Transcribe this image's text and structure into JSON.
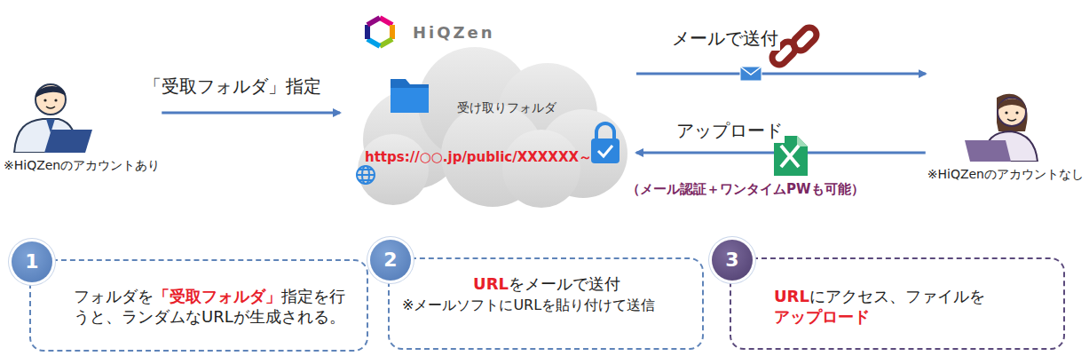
{
  "diagram": {
    "nodes": [
      {
        "text": [
          "※HiQZenのアカウントあり"
        ]
      },
      {
        "text": [
          "受け取りフォルダ",
          "https://○○.jp/public/XXXXXX～"
        ]
      },
      {
        "text": [
          "※HiQZenのアカウントなし"
        ]
      },
      {
        "text": [
          "1",
          "フォルダを",
          "「受取フォルダ」",
          "指定を行うと、ランダムなURLが生成される。"
        ]
      },
      {
        "text": [
          "2",
          "URL",
          "をメールで送付",
          "※メールソフトにURLを貼り付けて送信"
        ]
      },
      {
        "text": [
          "3",
          "URL",
          "にアクセス、ファイルを",
          "アップロード"
        ]
      }
    ],
    "edges": [
      {
        "from": 0,
        "to": 1,
        "arrow": "to",
        "label": "「受取フォルダ」指定"
      },
      {
        "from": 1,
        "to": 2,
        "arrow": "to",
        "label": "メールで送付"
      },
      {
        "from": 2,
        "to": 1,
        "arrow": "to",
        "label": "アップロード"
      }
    ],
    "labels": [
      "HiQZen",
      "（メール認証＋ワンタイムPWも可能）"
    ]
  }
}
